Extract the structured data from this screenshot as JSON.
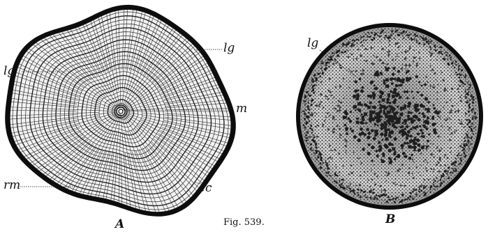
{
  "figure": {
    "caption": "Fig. 539.",
    "colors": {
      "ink": "#111111",
      "paper": "#ffffff",
      "bark": "#0d0d0d",
      "stem_b_fill": "#c9c9c9",
      "stem_b_dots": "#3a3a3a"
    },
    "panel_a": {
      "letter": "A",
      "labels": {
        "lg_right": "lg",
        "lg_left": "lg",
        "m": "m",
        "rm": "rm",
        "ec": "ec"
      }
    },
    "panel_b": {
      "letter": "B",
      "labels": {
        "lg": "lg"
      }
    }
  }
}
